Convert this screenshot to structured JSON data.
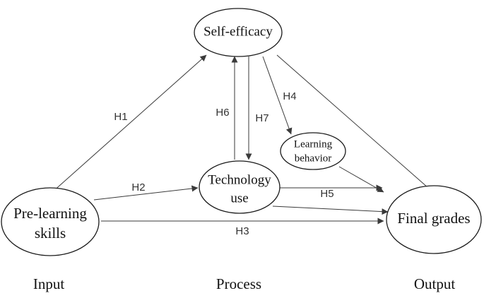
{
  "nodes": {
    "self_efficacy": {
      "lines": [
        "Self-efficacy"
      ]
    },
    "pre_learning": {
      "lines": [
        "Pre-learning",
        "skills"
      ]
    },
    "technology_use": {
      "lines": [
        "Technology",
        "use"
      ]
    },
    "learning_behavior": {
      "lines": [
        "Learning",
        "behavior"
      ]
    },
    "final_grades": {
      "lines": [
        "Final grades"
      ]
    }
  },
  "edges": {
    "h1": "H1",
    "h2": "H2",
    "h3": "H3",
    "h4": "H4",
    "h5": "H5",
    "h6": "H6",
    "h7": "H7"
  },
  "stages": {
    "input": "Input",
    "process": "Process",
    "output": "Output"
  },
  "colors": {
    "stroke": "#1a1a1a",
    "arrow": "#3a3a3a",
    "background": "#ffffff"
  }
}
